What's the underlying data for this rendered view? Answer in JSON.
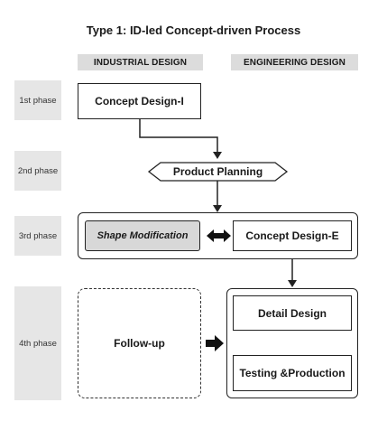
{
  "title": "Type 1: ID-led Concept-driven Process",
  "columns": {
    "industrial": "INDUSTRIAL DESIGN",
    "engineering": "ENGINEERING DESIGN"
  },
  "phases": {
    "p1": "1st phase",
    "p2": "2nd phase",
    "p3": "3rd phase",
    "p4": "4th phase"
  },
  "nodes": {
    "concept_design_i": "Concept Design-I",
    "product_planning": "Product Planning",
    "shape_modification": "Shape Modification",
    "concept_design_e": "Concept Design-E",
    "follow_up": "Follow-up",
    "detail_design": "Detail Design",
    "testing_production": "Testing &Production"
  }
}
